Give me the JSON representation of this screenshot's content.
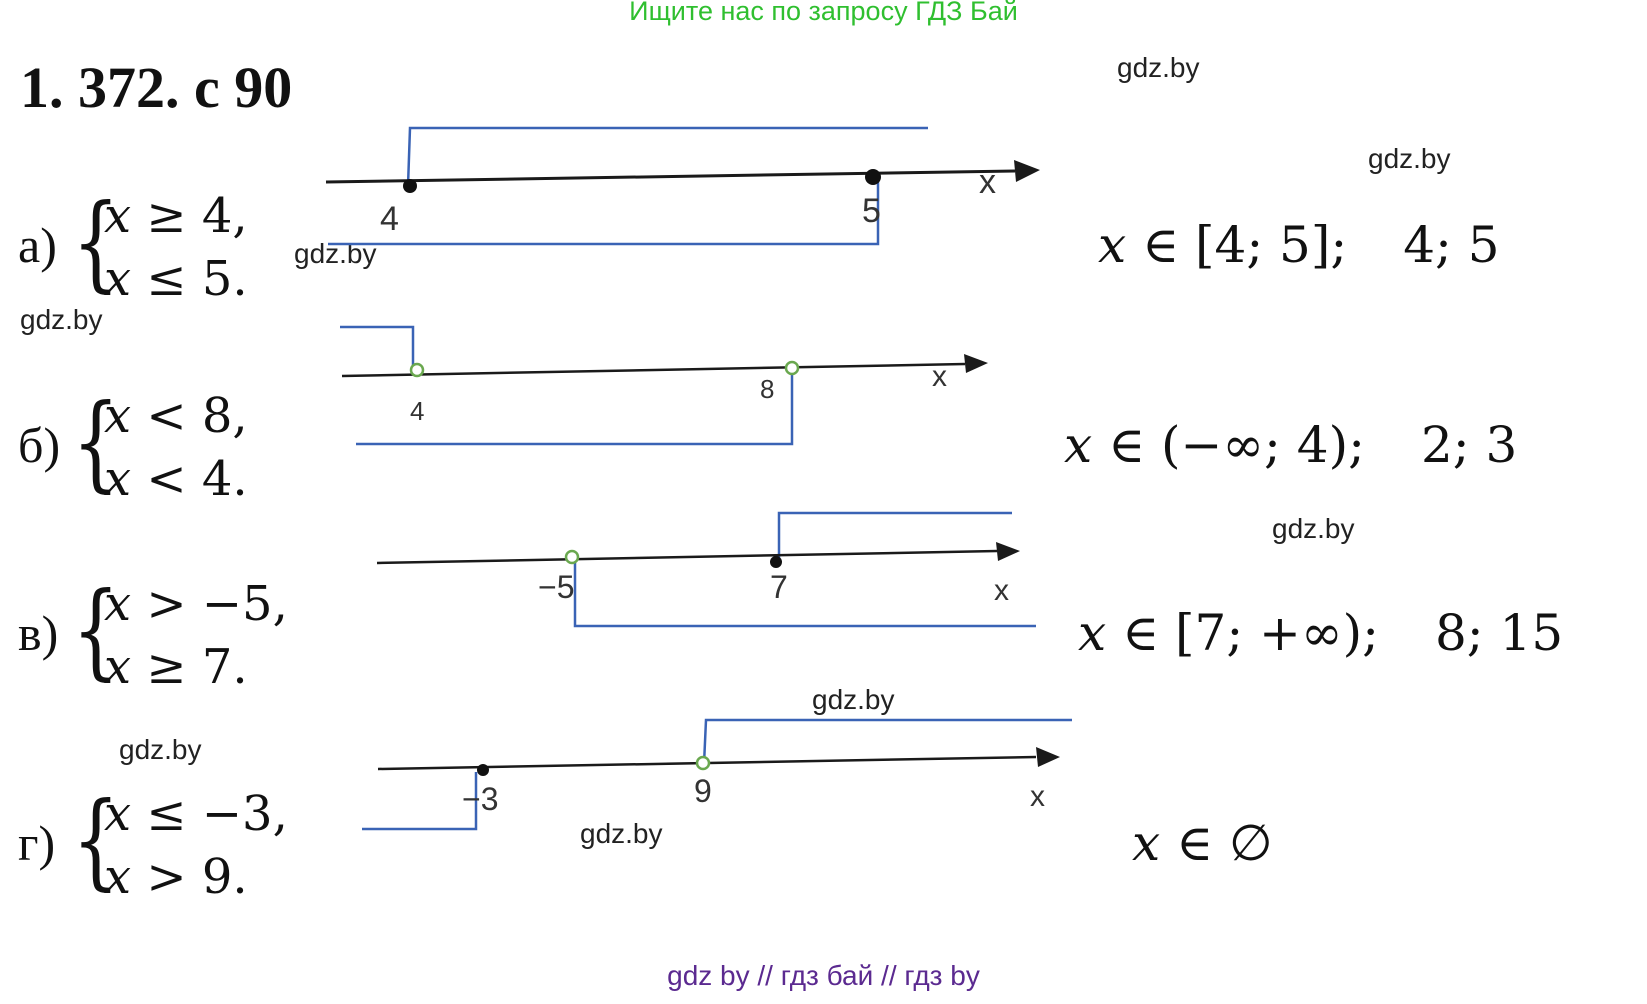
{
  "banner": "Ищите нас по запросу ГДЗ Бай",
  "title": "1. 372. с 90",
  "watermark": "gdz.by",
  "footer": "gdz by  //  гдз бай  //  гдз by",
  "axis_label": "x",
  "problems": [
    {
      "letter": "а)",
      "ineq1": [
        "x",
        " ≥ 4,"
      ],
      "ineq2": [
        "x",
        " ≤ 5."
      ],
      "ticks": [
        "4",
        "5"
      ],
      "answer": {
        "var": "x",
        "set": " ∈ [4; 5];",
        "values": "4; 5"
      }
    },
    {
      "letter": "б)",
      "ineq1": [
        "x",
        " < 8,"
      ],
      "ineq2": [
        "x",
        " < 4."
      ],
      "ticks": [
        "4",
        "8"
      ],
      "answer": {
        "var": "x",
        "set": " ∈ (−∞; 4);",
        "values": "2; 3"
      }
    },
    {
      "letter": "в)",
      "ineq1": [
        "x",
        " > −5,"
      ],
      "ineq2": [
        "x",
        " ≥ 7."
      ],
      "ticks": [
        "−5",
        "7"
      ],
      "answer": {
        "var": "x",
        "set": " ∈ [7; +∞);",
        "values": "8; 15"
      }
    },
    {
      "letter": "г)",
      "ineq1": [
        "x",
        " ≤ −3,"
      ],
      "ineq2": [
        "x",
        " > 9."
      ],
      "ticks": [
        "−3",
        "9"
      ],
      "answer": {
        "var": "x",
        "set": " ∈ ∅",
        "values": ""
      }
    }
  ],
  "colors": {
    "banner": "#2fbf2f",
    "footer": "#5b2a90",
    "hatch_line": "#3a63b5",
    "open_point": "#6aa84f"
  }
}
